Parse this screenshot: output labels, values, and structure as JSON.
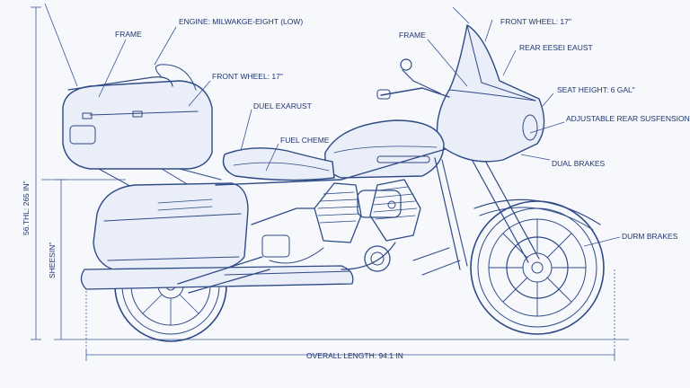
{
  "labels": {
    "frame_left": "FRAME",
    "engine": "ENGINE: MILWAKGE-EIGHT (LOW)",
    "front_wheel_mid": "FRONT WHEEL: 17\"",
    "duel_exhaust": "DUEL EXARUST",
    "fuel": "FUEL CHEME",
    "frame_right": "FRAME",
    "front_wheel_top": "FRONT WHEEL: 17\"",
    "rear_exhaust": "REAR EESEI EAUST",
    "seat_height": "SEAT HEIGHT: 6 GAL\"",
    "suspension": "ADJUSTABLE REAR SUSFENSION",
    "dual_brakes": "DUAL BRAKES",
    "drum_brakes": "DURM BRAKES"
  },
  "dimensions": {
    "overall_length": "OVERALL LENGTH: 94.1 IN",
    "height_outer": "56.THL: 265 IN\"",
    "height_inner": "SHEESIN\""
  },
  "colors": {
    "ink": "#2f4a86",
    "paper": "#f6f8fc"
  }
}
